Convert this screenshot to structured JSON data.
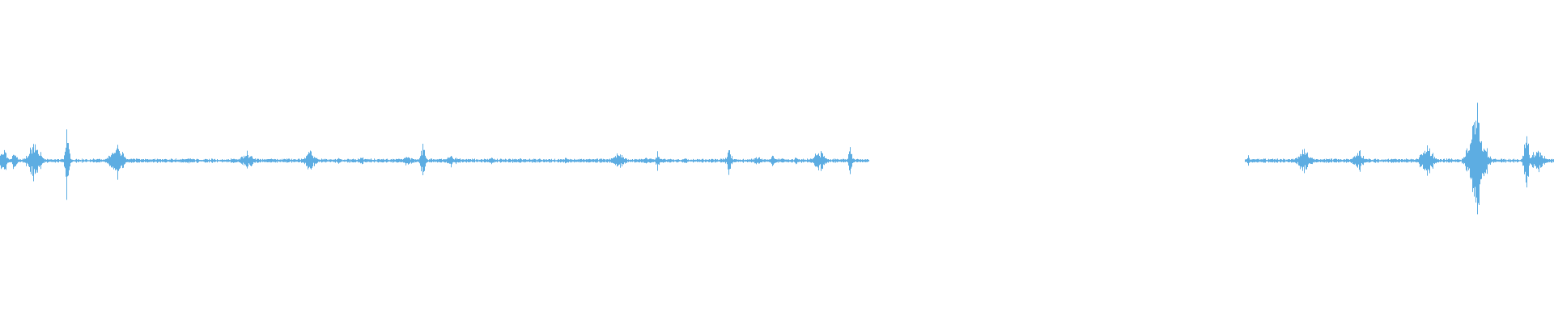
{
  "waveform": {
    "color": "#5dade2",
    "background": "#ffffff",
    "duration_fraction_visible": 1.0,
    "segments": [
      {
        "start": 0.0,
        "end": 0.559,
        "baseline": 0.004,
        "bursts": [
          {
            "at": 0.002,
            "width": 0.006,
            "amp": 0.05
          },
          {
            "at": 0.009,
            "width": 0.004,
            "amp": 0.035
          },
          {
            "at": 0.022,
            "width": 0.01,
            "amp": 0.075
          },
          {
            "at": 0.043,
            "width": 0.003,
            "amp": 0.14
          },
          {
            "at": 0.075,
            "width": 0.01,
            "amp": 0.06
          },
          {
            "at": 0.122,
            "width": 0.008,
            "amp": 0.012
          },
          {
            "at": 0.159,
            "width": 0.01,
            "amp": 0.03
          },
          {
            "at": 0.199,
            "width": 0.01,
            "amp": 0.032
          },
          {
            "at": 0.218,
            "width": 0.003,
            "amp": 0.012
          },
          {
            "at": 0.233,
            "width": 0.01,
            "amp": 0.012
          },
          {
            "at": 0.262,
            "width": 0.012,
            "amp": 0.015
          },
          {
            "at": 0.272,
            "width": 0.004,
            "amp": 0.06
          },
          {
            "at": 0.29,
            "width": 0.012,
            "amp": 0.018
          },
          {
            "at": 0.316,
            "width": 0.003,
            "amp": 0.012
          },
          {
            "at": 0.364,
            "width": 0.002,
            "amp": 0.022
          },
          {
            "at": 0.398,
            "width": 0.01,
            "amp": 0.03
          },
          {
            "at": 0.416,
            "width": 0.006,
            "amp": 0.012
          },
          {
            "at": 0.423,
            "width": 0.003,
            "amp": 0.035
          },
          {
            "at": 0.441,
            "width": 0.003,
            "amp": 0.014
          },
          {
            "at": 0.469,
            "width": 0.004,
            "amp": 0.045
          },
          {
            "at": 0.487,
            "width": 0.01,
            "amp": 0.014
          },
          {
            "at": 0.497,
            "width": 0.004,
            "amp": 0.018
          },
          {
            "at": 0.512,
            "width": 0.003,
            "amp": 0.014
          },
          {
            "at": 0.527,
            "width": 0.01,
            "amp": 0.04
          },
          {
            "at": 0.547,
            "width": 0.003,
            "amp": 0.05
          }
        ]
      },
      {
        "start": 0.801,
        "end": 1.0,
        "baseline": 0.004,
        "bursts": [
          {
            "at": 0.803,
            "width": 0.003,
            "amp": 0.018
          },
          {
            "at": 0.839,
            "width": 0.01,
            "amp": 0.04
          },
          {
            "at": 0.874,
            "width": 0.01,
            "amp": 0.038
          },
          {
            "at": 0.918,
            "width": 0.01,
            "amp": 0.06
          },
          {
            "at": 0.95,
            "width": 0.012,
            "amp": 0.19
          },
          {
            "at": 0.982,
            "width": 0.004,
            "amp": 0.1
          },
          {
            "at": 0.989,
            "width": 0.012,
            "amp": 0.04
          }
        ]
      }
    ]
  }
}
